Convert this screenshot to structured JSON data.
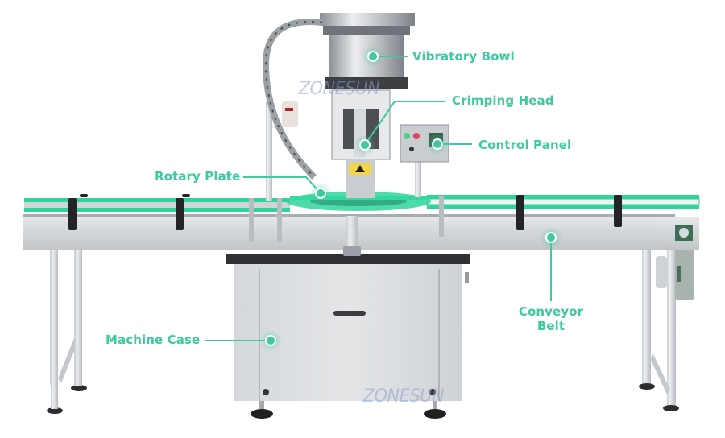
{
  "diagram": {
    "subject": "Automatic Cap Crimping Machine with Conveyor",
    "accent_color": "#3dcaa0",
    "labels": [
      {
        "id": "vibratory-bowl",
        "text": "Vibratory Bowl",
        "dot": [
          463,
          70
        ]
      },
      {
        "id": "crimping-head",
        "text": "Crimping Head",
        "dot": [
          453,
          180
        ]
      },
      {
        "id": "control-panel",
        "text": "Control Panel",
        "dot": [
          543,
          179
        ]
      },
      {
        "id": "rotary-plate",
        "text": "Rotary Plate",
        "dot": [
          398,
          240
        ]
      },
      {
        "id": "conveyor-belt",
        "text_line1": "Conveyor",
        "text_line2": "Belt",
        "dot": [
          684,
          295
        ]
      },
      {
        "id": "machine-case",
        "text": "Machine Case",
        "dot": [
          336,
          423
        ]
      }
    ],
    "watermarks": [
      "ZONESUN",
      "ZONESUN"
    ]
  }
}
